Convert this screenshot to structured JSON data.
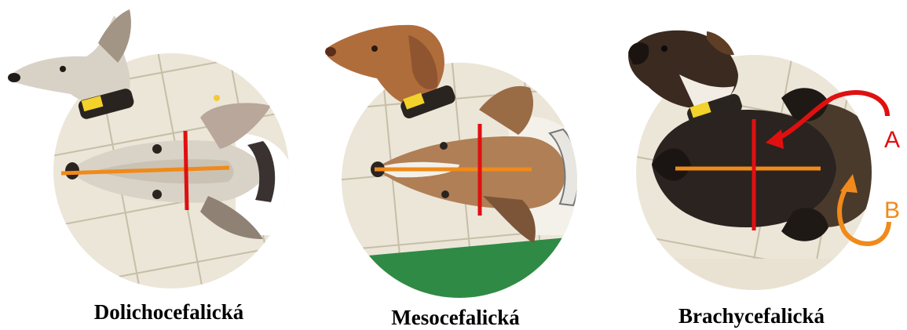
{
  "figure": {
    "panels": [
      {
        "caption": "Dolichocefalická",
        "skull_type": "dolichocephalic",
        "dog_colors": [
          "#d8d2c6",
          "#6e6a63"
        ]
      },
      {
        "caption": "Mesocefalická",
        "skull_type": "mesocephalic",
        "dog_colors": [
          "#a9784e",
          "#f4f1ea"
        ]
      },
      {
        "caption": "Brachycefalická",
        "skull_type": "brachycephalic",
        "dog_colors": [
          "#2b2320",
          "#4a3a2c"
        ],
        "arrow_labels": [
          {
            "text": "A",
            "color": "#e01010"
          },
          {
            "text": "B",
            "color": "#f08a1a"
          }
        ]
      }
    ],
    "colors": {
      "length_line": "#f08a1a",
      "width_line": "#e01010",
      "floor_tile": "#e9e2d2",
      "grout": "#b8ad95",
      "background": "#ffffff"
    }
  }
}
